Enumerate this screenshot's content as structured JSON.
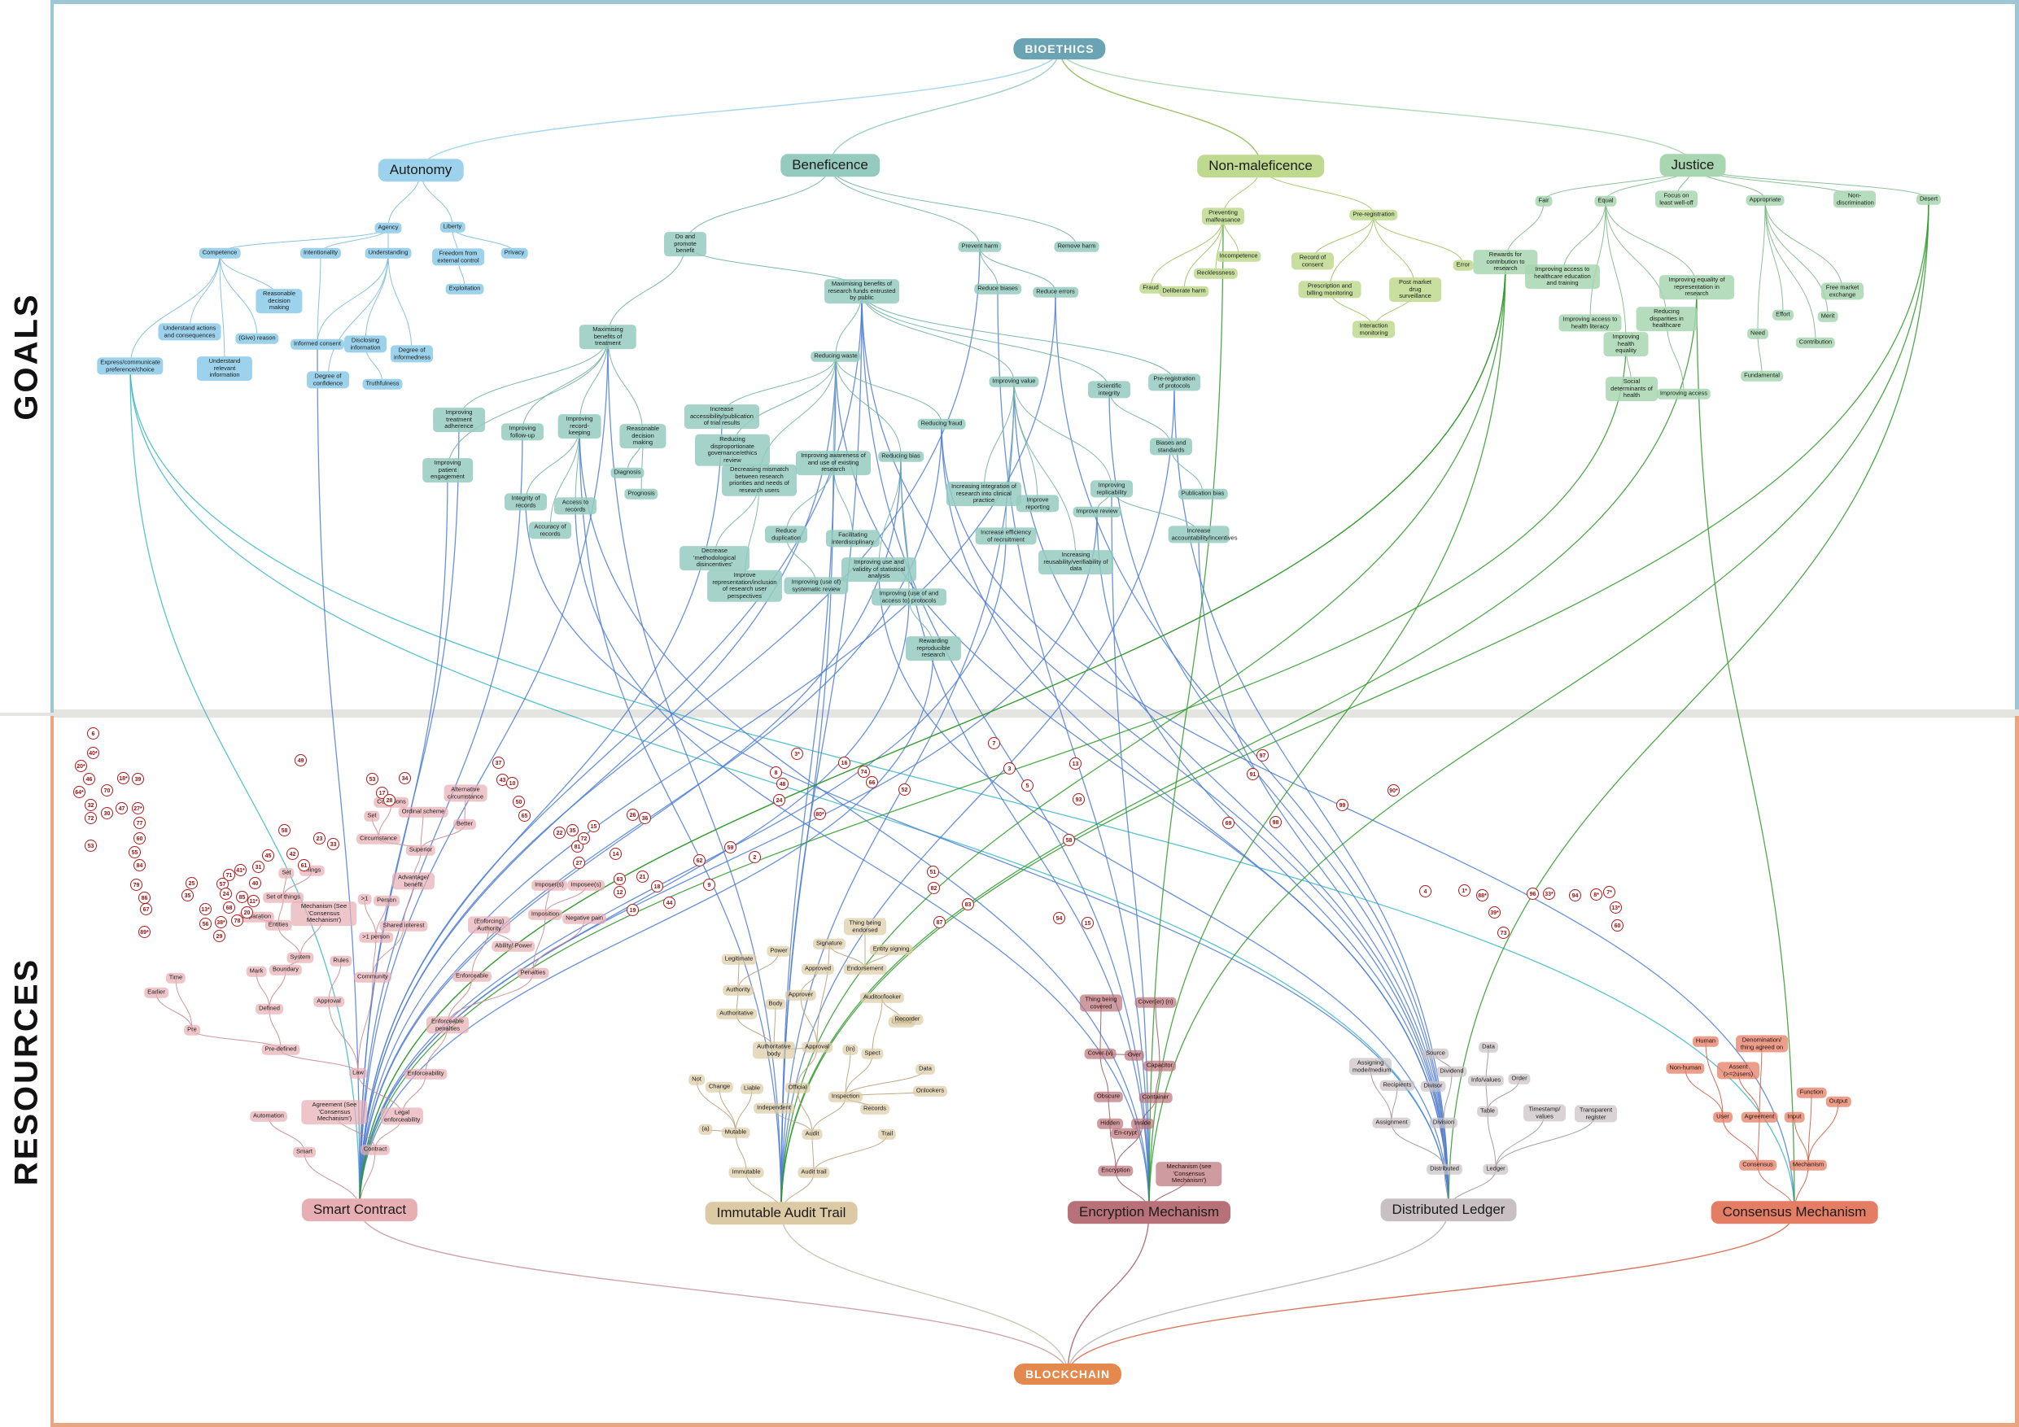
{
  "colors": {
    "goals_frame": "#9fc6d6",
    "resources_frame": "#e9a57d",
    "bioethics": "#6aa3b3",
    "autonomy": "#9cd2ec",
    "beneficence": "#95cbbf",
    "nonmaleficence": "#bfd98e",
    "justice": "#a8d6b0",
    "blockchain": "#e4894d",
    "smart_contract": "#e7aeb4",
    "audit_trail": "#dccaa4",
    "encryption": "#b87178",
    "ledger": "#c9c0c3",
    "consensus": "#e47d63",
    "link_blue": "#4f7ed6",
    "link_green": "#2f9a2a",
    "link_teal": "#39b9c6",
    "badge": "#b01818"
  },
  "bands": {
    "goals_label": "GOALS",
    "resources_label": "RESOURCES"
  },
  "nodes": {
    "bioethics": "BIOETHICS",
    "autonomy": "Autonomy",
    "beneficence": "Beneficence",
    "nonmaleficence": "Non-maleficence",
    "justice": "Justice",
    "agency": "Agency",
    "liberty": "Liberty",
    "competence": "Competence",
    "intentionality": "Intentionality",
    "understanding": "Understanding",
    "freedom": "Freedom from external control",
    "privacy": "Privacy",
    "exploitation": "Exploitation",
    "reasonable_dm_a": "Reasonable decision making",
    "understand_actions": "Understand actions and consequences",
    "give_reason": "(Give) reason",
    "understand_info": "Understand relevant information",
    "informed_consent": "Informed consent",
    "disclosing": "Disclosing information",
    "degree_info": "Degree of informedness",
    "degree_conf": "Degree of confidence",
    "truthfulness": "Truthfulness",
    "express_pref": "Express/communicate preference/choice",
    "do_promote": "Do and promote benefit",
    "prevent_harm": "Prevent harm",
    "remove_harm": "Remove harm",
    "reduce_biases": "Reduce biases",
    "reduce_errors": "Reduce errors",
    "max_research": "Maximising benefits of research funds entrusted by public",
    "max_treatment": "Maximising benefits of treatment",
    "reducing_waste": "Reducing waste",
    "improving_value": "Improving value",
    "scientific_integrity": "Scientific integrity",
    "pre_reg_protocols": "Pre-registration of protocols",
    "improving_adherence": "Improving treatment adherence",
    "improving_followup": "Improving follow-up",
    "improving_record": "Improving record-keeping",
    "reasonable_dm_b": "Reasonable decision making",
    "improving_patient": "Improving patient engagement",
    "diagnosis": "Diagnosis",
    "prognosis": "Prognosis",
    "integrity_records": "Integrity of records",
    "access_records": "Access to records",
    "accuracy_records": "Accuracy of records",
    "increase_access_pub": "Increase accessibility/publication of trial results",
    "reducing_dispro": "Reducing disproportionate governance/ethics review",
    "reducing_fraud": "Reducing fraud",
    "improving_awareness": "Improving awareness of and use of existing research",
    "decreasing_mismatch": "Decreasing mismatch between research priorities and needs of research users",
    "reduce_duplication": "Reduce duplication",
    "facilitating_inter": "Facilitating interdisciplinary",
    "decrease_method": "Decrease 'methodological disincentives'",
    "improve_representation": "Improve representation/inclusion of research user perspectives",
    "improving_systematic": "Improving (use of) systematic review",
    "reducing_bias": "Reducing bias",
    "improving_stat": "Improving use and validity of statistical analysis",
    "improving_access_protocols": "Improving (use of and access to) protocols",
    "rewarding_repro": "Rewarding reproducible research",
    "increasing_integration": "Increasing integration of research into clinical practice",
    "improve_reporting": "Improve reporting",
    "increase_efficiency": "Increase efficiency of recruitment",
    "increasing_reusability": "Increasing reusability/verifiability of data",
    "improving_replicability": "Improving replicability",
    "improve_review": "Improve review",
    "biases_standards": "Biases and standards",
    "publication_bias": "Publication bias",
    "increase_accountability": "Increase accountability/incentives",
    "preventing_malfeasance": "Preventing malfeasance",
    "incompetence": "Incompetence",
    "recklessness": "Recklessness",
    "fraud": "Fraud",
    "deliberate_harm": "Deliberate harm",
    "pre_registration": "Pre-registration",
    "record_consent": "Record of consent",
    "prescription_billing": "Prescription and billing monitoring",
    "post_market": "Post market drug surveillance",
    "interaction_monitoring": "Interaction monitoring",
    "error": "Error",
    "fair": "Fair",
    "equal": "Equal",
    "focus_least": "Focus on least well-off",
    "appropriate": "Appropriate",
    "non_discrimination": "Non-discrimination",
    "desert": "Desert",
    "rewards_contribution": "Rewards for contribution to research",
    "improving_access_edu": "Improving access to healthcare education and training",
    "improving_access_lit": "Improving access to health literacy",
    "improving_health_eq": "Improving health equality",
    "reducing_disparities": "Reducing disparities in healthcare",
    "improving_equality_rep": "Improving equality of representation in research",
    "social_determinants": "Social determinants of health",
    "improving_access": "Improving access",
    "effort": "Effort",
    "free_market": "Free market exchange",
    "merit": "Merit",
    "need": "Need",
    "contribution": "Contribution",
    "fundamental": "Fundamental",
    "smart_contract": "Smart Contract",
    "audit_trail": "Immutable Audit Trail",
    "encryption_mech": "Encryption Mechanism",
    "distributed_ledger": "Distributed Ledger",
    "consensus_mech": "Consensus Mechanism",
    "blockchain": "BLOCKCHAIN",
    "sc_smart": "Smart",
    "sc_contract": "Contract",
    "sc_agreement": "Agreement (See 'Consensus Mechanism')",
    "sc_legal_enf": "Legal enforceability",
    "sc_automation": "Automation",
    "sc_law": "Law",
    "sc_enforceability": "Enforceability",
    "sc_enforceable_pen": "Enforceable penalties",
    "sc_enforceable": "Enforceable",
    "sc_enforcing": "(Enforcing) Authority",
    "sc_ability": "Ability/ Power",
    "sc_penalties": "Penalties",
    "sc_imposition": "Imposition",
    "sc_negative_pain": "Negative pain",
    "sc_imposer": "Imposer(s)",
    "sc_imposee": "Imposee(s)",
    "sc_predefined": "Pre-defined",
    "sc_pre": "Pre",
    "sc_defined": "Defined",
    "sc_time": "Time",
    "sc_earlier": "Earlier",
    "sc_mark": "Mark",
    "sc_boundary": "Boundary",
    "sc_system": "System",
    "sc_entities": "Entities",
    "sc_separation": "Separation",
    "sc_mechanism": "Mechanism (See 'Consensus Mechanism')",
    "sc_set_things": "Set of things",
    "sc_set": "Set",
    "sc_things": "Things",
    "sc_approval": "Approval",
    "sc_rules": "Rules",
    "sc_community": "Community",
    "sc_person": "Person",
    "sc_gt1": ">1",
    "sc_gt1_person": ">1 person",
    "sc_shared": "Shared interest",
    "sc_advantage": "Advantage/ benefit",
    "sc_superior": "Superior",
    "sc_circumstance": "Circumstance",
    "sc_set2": "Set",
    "sc_conditions": "Conditions",
    "sc_ordinal": "Ordinal scheme",
    "sc_better": "Better",
    "sc_alternative": "Alternative circumstance",
    "at_immutable": "Immutable",
    "at_audit_trail": "Audit trail",
    "at_mutable": "Mutable",
    "at_audit": "Audit",
    "at_trail": "Trail",
    "at_not": "Not",
    "at_change": "Change",
    "at_liable": "Liable",
    "at_able": "(a)",
    "at_independent": "Independent",
    "at_official": "Official",
    "at_inspection": "Inspection",
    "at_records": "Records",
    "at_onlookers": "Onlookers",
    "at_data": "Data",
    "at_spect": "Spect",
    "at_in": "(In)",
    "at_approval": "Approval",
    "at_auth_body": "Authoritative body",
    "at_authoritative": "Authoritative",
    "at_authority": "Authority",
    "at_legitimate": "Legitimate",
    "at_power": "Power",
    "at_body": "Body",
    "at_approver": "Approver",
    "at_approved": "Approved",
    "at_signature": "Signature",
    "at_endorsement": "Endorsement",
    "at_thing_endorsed": "Thing being endorsed",
    "at_entity_signing": "Entity signing",
    "at_auditor": "Auditor/looker",
    "at_looked": "Looked",
    "at_recorder": "Recorder",
    "en_encryption": "Encryption",
    "en_mechanism": "Mechanism (see 'Consensus Mechanism')",
    "en_hidden": "Hidden",
    "en_inside": "Inside",
    "en_encrypt": "En-crypt",
    "en_obscure": "Obscure",
    "en_container": "Container",
    "en_cover": "Cover (v)",
    "en_over": "Over",
    "en_capacitor": "Capacitor",
    "en_thing_covered": "Thing being covered",
    "en_cover_n": "Cover(er) (n)",
    "dl_distributed": "Distributed",
    "dl_ledger": "Ledger",
    "dl_assignment": "Assignment",
    "dl_recipients": "Recipients",
    "dl_assigning": "Assigning mode/medium",
    "dl_division": "Division",
    "dl_divisor": "Divisor",
    "dl_dividend": "Dividend",
    "dl_source": "Source",
    "dl_table": "Table",
    "dl_info": "Info/values",
    "dl_data": "Data",
    "dl_order": "Order",
    "dl_timestamp": "Timestamp/ values",
    "dl_transparent": "Transparent register",
    "cm_consensus": "Consensus",
    "cm_mechanism": "Mechanism",
    "cm_user": "User",
    "cm_agreement": "Agreement",
    "cm_input": "Input",
    "cm_output": "Output",
    "cm_function": "Function",
    "cm_non_human": "Non-human",
    "cm_human": "Human",
    "cm_assent": "Assent (>=2users)",
    "cm_denom": "Denomination/ thing agreed on"
  },
  "badges": [
    "6",
    "40*",
    "20*",
    "46",
    "64*",
    "32",
    "72",
    "53",
    "18*",
    "70",
    "39",
    "47",
    "30",
    "27*",
    "77",
    "60",
    "55",
    "84",
    "79",
    "86",
    "67",
    "89*",
    "25",
    "35",
    "13*",
    "56",
    "29",
    "71",
    "57",
    "41*",
    "40",
    "85",
    "24",
    "68",
    "38*",
    "78",
    "20",
    "11*",
    "31",
    "45",
    "42",
    "58",
    "49",
    "61",
    "23",
    "33",
    "53",
    "17",
    "28",
    "34",
    "37",
    "43",
    "10",
    "50",
    "65",
    "22",
    "35",
    "81",
    "27",
    "72",
    "15",
    "14",
    "63",
    "19",
    "21",
    "12",
    "18",
    "44",
    "26",
    "36",
    "62",
    "9",
    "59",
    "2",
    "3*",
    "8",
    "48",
    "24",
    "80*",
    "16",
    "74",
    "66",
    "52",
    "51",
    "82",
    "87",
    "83",
    "7",
    "3",
    "5",
    "13",
    "93",
    "58",
    "54",
    "15",
    "69",
    "91",
    "97",
    "98",
    "99",
    "90*",
    "4",
    "1*",
    "88*",
    "39*",
    "73",
    "96",
    "33*",
    "94",
    "8*",
    "7*",
    "13*",
    "60"
  ]
}
